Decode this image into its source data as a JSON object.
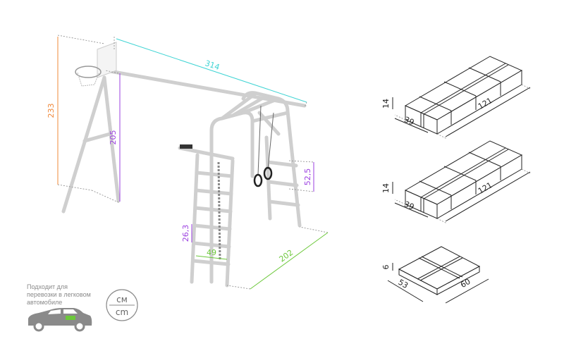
{
  "colors": {
    "cyan": "#3fd4d4",
    "orange": "#f0883a",
    "purple": "#9b3fe0",
    "green": "#6cc83a",
    "box": "#222222",
    "gray": "#8a8a8a"
  },
  "dimensions": {
    "total_length": "314",
    "total_height": "233",
    "beam_height": "205",
    "rings_height": "52,5",
    "rung_spacing": "26,3",
    "ladder_width": "49",
    "depth": "202"
  },
  "packages": [
    {
      "height": "14",
      "width": "39",
      "length": "121"
    },
    {
      "height": "14",
      "width": "39",
      "length": "121"
    },
    {
      "height": "6",
      "width": "53",
      "length": "60"
    }
  ],
  "car_note": {
    "lines": [
      "Подходит для",
      "перевозки в легковом",
      "автомобиле"
    ],
    "icon": "car-icon"
  },
  "units_badge": {
    "top": "см",
    "bottom": "cm"
  }
}
